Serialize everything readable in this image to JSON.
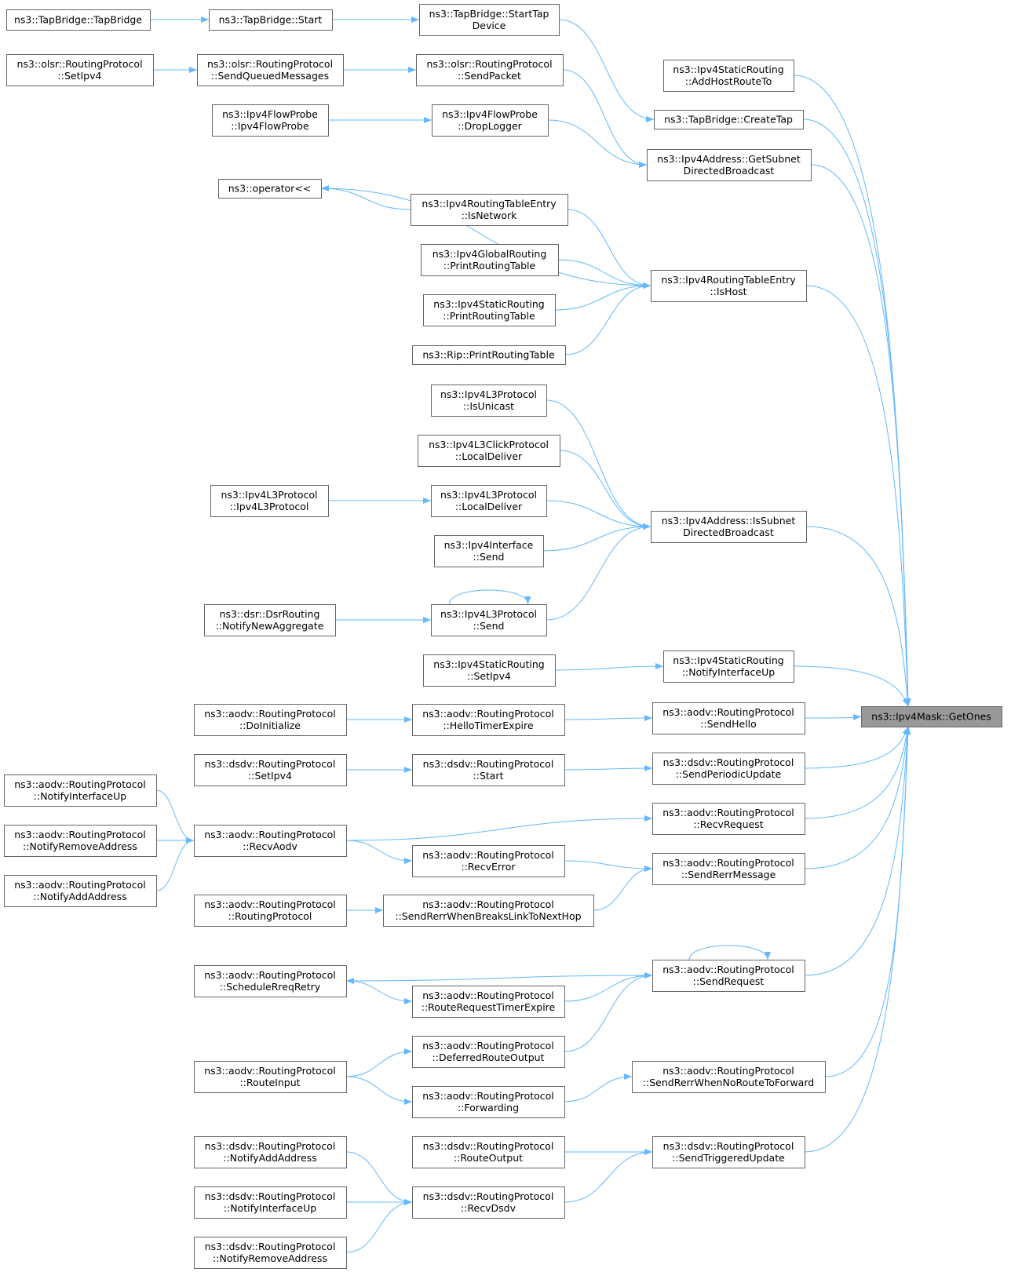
{
  "root": "ns3::Ipv4Mask::GetOnes",
  "colors": {
    "edge": "#63b8ff",
    "node_border": "#666666",
    "root_fill": "#999999",
    "node_fill": "#ffffff"
  },
  "nodes": [
    {
      "id": "tb_ctor",
      "lines": [
        "ns3::TapBridge::TapBridge"
      ]
    },
    {
      "id": "tb_start",
      "lines": [
        "ns3::TapBridge::Start"
      ]
    },
    {
      "id": "tb_starttap",
      "lines": [
        "ns3::TapBridge::StartTap",
        "Device"
      ]
    },
    {
      "id": "olsr_setipv4",
      "lines": [
        "ns3::olsr::RoutingProtocol",
        "::SetIpv4"
      ]
    },
    {
      "id": "olsr_sendqueued",
      "lines": [
        "ns3::olsr::RoutingProtocol",
        "::SendQueuedMessages"
      ]
    },
    {
      "id": "olsr_sendpacket",
      "lines": [
        "ns3::olsr::RoutingProtocol",
        "::SendPacket"
      ]
    },
    {
      "id": "fp_ctor",
      "lines": [
        "ns3::Ipv4FlowProbe",
        "::Ipv4FlowProbe"
      ]
    },
    {
      "id": "fp_drop",
      "lines": [
        "ns3::Ipv4FlowProbe",
        "::DropLogger"
      ]
    },
    {
      "id": "isr_addhost",
      "lines": [
        "ns3::Ipv4StaticRouting",
        "::AddHostRouteTo"
      ]
    },
    {
      "id": "tb_createtap",
      "lines": [
        "ns3::TapBridge::CreateTap"
      ]
    },
    {
      "id": "addr_getsubnet",
      "lines": [
        "ns3::Ipv4Address::GetSubnet",
        "DirectedBroadcast"
      ]
    },
    {
      "id": "op_shift",
      "lines": [
        "ns3::operator<<"
      ]
    },
    {
      "id": "rte_isnetwork",
      "lines": [
        "ns3::Ipv4RoutingTableEntry",
        "::IsNetwork"
      ]
    },
    {
      "id": "igr_print",
      "lines": [
        "ns3::Ipv4GlobalRouting",
        "::PrintRoutingTable"
      ]
    },
    {
      "id": "isr_print",
      "lines": [
        "ns3::Ipv4StaticRouting",
        "::PrintRoutingTable"
      ]
    },
    {
      "id": "rip_print",
      "lines": [
        "ns3::Rip::PrintRoutingTable"
      ]
    },
    {
      "id": "rte_ishost",
      "lines": [
        "ns3::Ipv4RoutingTableEntry",
        "::IsHost"
      ]
    },
    {
      "id": "l3_isunicast",
      "lines": [
        "ns3::Ipv4L3Protocol",
        "::IsUnicast"
      ]
    },
    {
      "id": "l3click_local",
      "lines": [
        "ns3::Ipv4L3ClickProtocol",
        "::LocalDeliver"
      ]
    },
    {
      "id": "l3_ctor",
      "lines": [
        "ns3::Ipv4L3Protocol",
        "::Ipv4L3Protocol"
      ]
    },
    {
      "id": "l3_local",
      "lines": [
        "ns3::Ipv4L3Protocol",
        "::LocalDeliver"
      ]
    },
    {
      "id": "if_send",
      "lines": [
        "ns3::Ipv4Interface",
        "::Send"
      ]
    },
    {
      "id": "addr_issubnet",
      "lines": [
        "ns3::Ipv4Address::IsSubnet",
        "DirectedBroadcast"
      ]
    },
    {
      "id": "dsr_notify",
      "lines": [
        "ns3::dsr::DsrRouting",
        "::NotifyNewAggregate"
      ]
    },
    {
      "id": "l3_send",
      "lines": [
        "ns3::Ipv4L3Protocol",
        "::Send"
      ]
    },
    {
      "id": "isr_setipv4",
      "lines": [
        "ns3::Ipv4StaticRouting",
        "::SetIpv4"
      ]
    },
    {
      "id": "isr_notifyup",
      "lines": [
        "ns3::Ipv4StaticRouting",
        "::NotifyInterfaceUp"
      ]
    },
    {
      "id": "aodv_doinit",
      "lines": [
        "ns3::aodv::RoutingProtocol",
        "::DoInitialize"
      ]
    },
    {
      "id": "aodv_hellotimer",
      "lines": [
        "ns3::aodv::RoutingProtocol",
        "::HelloTimerExpire"
      ]
    },
    {
      "id": "aodv_sendhello",
      "lines": [
        "ns3::aodv::RoutingProtocol",
        "::SendHello"
      ]
    },
    {
      "id": "root",
      "lines": [
        "ns3::Ipv4Mask::GetOnes"
      ]
    },
    {
      "id": "dsdv_setipv4",
      "lines": [
        "ns3::dsdv::RoutingProtocol",
        "::SetIpv4"
      ]
    },
    {
      "id": "dsdv_start",
      "lines": [
        "ns3::dsdv::RoutingProtocol",
        "::Start"
      ]
    },
    {
      "id": "dsdv_periodic",
      "lines": [
        "ns3::dsdv::RoutingProtocol",
        "::SendPeriodicUpdate"
      ]
    },
    {
      "id": "aodv_notifyup",
      "lines": [
        "ns3::aodv::RoutingProtocol",
        "::NotifyInterfaceUp"
      ]
    },
    {
      "id": "aodv_notifyremove",
      "lines": [
        "ns3::aodv::RoutingProtocol",
        "::NotifyRemoveAddress"
      ]
    },
    {
      "id": "aodv_notifyadd",
      "lines": [
        "ns3::aodv::RoutingProtocol",
        "::NotifyAddAddress"
      ]
    },
    {
      "id": "aodv_recvaodv",
      "lines": [
        "ns3::aodv::RoutingProtocol",
        "::RecvAodv"
      ]
    },
    {
      "id": "aodv_recvrequest",
      "lines": [
        "ns3::aodv::RoutingProtocol",
        "::RecvRequest"
      ]
    },
    {
      "id": "aodv_recverror",
      "lines": [
        "ns3::aodv::RoutingProtocol",
        "::RecvError"
      ]
    },
    {
      "id": "aodv_senderr",
      "lines": [
        "ns3::aodv::RoutingProtocol",
        "::SendRerrMessage"
      ]
    },
    {
      "id": "aodv_ctor",
      "lines": [
        "ns3::aodv::RoutingProtocol",
        "::RoutingProtocol"
      ]
    },
    {
      "id": "aodv_rerrbreaks",
      "lines": [
        "ns3::aodv::RoutingProtocol",
        "::SendRerrWhenBreaksLinkToNextHop"
      ]
    },
    {
      "id": "aodv_schedretry",
      "lines": [
        "ns3::aodv::RoutingProtocol",
        "::ScheduleRreqRetry"
      ]
    },
    {
      "id": "aodv_sendrequest",
      "lines": [
        "ns3::aodv::RoutingProtocol",
        "::SendRequest"
      ]
    },
    {
      "id": "aodv_rreqtimer",
      "lines": [
        "ns3::aodv::RoutingProtocol",
        "::RouteRequestTimerExpire"
      ]
    },
    {
      "id": "aodv_deferred",
      "lines": [
        "ns3::aodv::RoutingProtocol",
        "::DeferredRouteOutput"
      ]
    },
    {
      "id": "aodv_routeinput",
      "lines": [
        "ns3::aodv::RoutingProtocol",
        "::RouteInput"
      ]
    },
    {
      "id": "aodv_forwarding",
      "lines": [
        "ns3::aodv::RoutingProtocol",
        "::Forwarding"
      ]
    },
    {
      "id": "aodv_rerrnoroute",
      "lines": [
        "ns3::aodv::RoutingProtocol",
        "::SendRerrWhenNoRouteToForward"
      ]
    },
    {
      "id": "dsdv_notifyadd",
      "lines": [
        "ns3::dsdv::RoutingProtocol",
        "::NotifyAddAddress"
      ]
    },
    {
      "id": "dsdv_routeoutput",
      "lines": [
        "ns3::dsdv::RoutingProtocol",
        "::RouteOutput"
      ]
    },
    {
      "id": "dsdv_triggered",
      "lines": [
        "ns3::dsdv::RoutingProtocol",
        "::SendTriggeredUpdate"
      ]
    },
    {
      "id": "dsdv_notifyup",
      "lines": [
        "ns3::dsdv::RoutingProtocol",
        "::NotifyInterfaceUp"
      ]
    },
    {
      "id": "dsdv_recvdsdv",
      "lines": [
        "ns3::dsdv::RoutingProtocol",
        "::RecvDsdv"
      ]
    },
    {
      "id": "dsdv_notifyremove",
      "lines": [
        "ns3::dsdv::RoutingProtocol",
        "::NotifyRemoveAddress"
      ]
    }
  ],
  "edges": [
    {
      "from": "tb_ctor",
      "to": "tb_start"
    },
    {
      "from": "tb_start",
      "to": "tb_starttap"
    },
    {
      "from": "tb_starttap",
      "to": "tb_createtap"
    },
    {
      "from": "olsr_setipv4",
      "to": "olsr_sendqueued"
    },
    {
      "from": "olsr_sendqueued",
      "to": "olsr_sendpacket"
    },
    {
      "from": "olsr_sendpacket",
      "to": "addr_getsubnet"
    },
    {
      "from": "fp_ctor",
      "to": "fp_drop"
    },
    {
      "from": "fp_drop",
      "to": "addr_getsubnet"
    },
    {
      "from": "isr_addhost",
      "to": "root"
    },
    {
      "from": "tb_createtap",
      "to": "root"
    },
    {
      "from": "addr_getsubnet",
      "to": "root"
    },
    {
      "from": "op_shift",
      "to": "rte_ishost"
    },
    {
      "from": "rte_isnetwork",
      "to": "op_shift"
    },
    {
      "from": "rte_isnetwork",
      "to": "rte_ishost"
    },
    {
      "from": "igr_print",
      "to": "rte_ishost"
    },
    {
      "from": "isr_print",
      "to": "rte_ishost"
    },
    {
      "from": "rip_print",
      "to": "rte_ishost"
    },
    {
      "from": "rte_ishost",
      "to": "root"
    },
    {
      "from": "l3_isunicast",
      "to": "addr_issubnet"
    },
    {
      "from": "l3click_local",
      "to": "addr_issubnet"
    },
    {
      "from": "l3_ctor",
      "to": "l3_local"
    },
    {
      "from": "l3_local",
      "to": "addr_issubnet"
    },
    {
      "from": "if_send",
      "to": "addr_issubnet"
    },
    {
      "from": "l3_send",
      "to": "addr_issubnet"
    },
    {
      "from": "l3_send",
      "to": "l3_send"
    },
    {
      "from": "dsr_notify",
      "to": "l3_send"
    },
    {
      "from": "addr_issubnet",
      "to": "root"
    },
    {
      "from": "isr_setipv4",
      "to": "isr_notifyup"
    },
    {
      "from": "isr_notifyup",
      "to": "root"
    },
    {
      "from": "aodv_doinit",
      "to": "aodv_hellotimer"
    },
    {
      "from": "aodv_hellotimer",
      "to": "aodv_sendhello"
    },
    {
      "from": "aodv_sendhello",
      "to": "root"
    },
    {
      "from": "dsdv_setipv4",
      "to": "dsdv_start"
    },
    {
      "from": "dsdv_start",
      "to": "dsdv_periodic"
    },
    {
      "from": "dsdv_periodic",
      "to": "root"
    },
    {
      "from": "aodv_notifyup",
      "to": "aodv_recvaodv"
    },
    {
      "from": "aodv_notifyremove",
      "to": "aodv_recvaodv"
    },
    {
      "from": "aodv_notifyadd",
      "to": "aodv_recvaodv"
    },
    {
      "from": "aodv_recvaodv",
      "to": "aodv_recvrequest"
    },
    {
      "from": "aodv_recvaodv",
      "to": "aodv_recverror"
    },
    {
      "from": "aodv_recvrequest",
      "to": "root"
    },
    {
      "from": "aodv_recverror",
      "to": "aodv_senderr"
    },
    {
      "from": "aodv_ctor",
      "to": "aodv_rerrbreaks"
    },
    {
      "from": "aodv_rerrbreaks",
      "to": "aodv_senderr"
    },
    {
      "from": "aodv_senderr",
      "to": "root"
    },
    {
      "from": "aodv_sendrequest",
      "to": "aodv_sendrequest"
    },
    {
      "from": "aodv_sendrequest",
      "to": "aodv_schedretry"
    },
    {
      "from": "aodv_schedretry",
      "to": "aodv_rreqtimer"
    },
    {
      "from": "aodv_rreqtimer",
      "to": "aodv_sendrequest"
    },
    {
      "from": "aodv_deferred",
      "to": "aodv_sendrequest"
    },
    {
      "from": "aodv_sendrequest",
      "to": "root"
    },
    {
      "from": "aodv_routeinput",
      "to": "aodv_deferred"
    },
    {
      "from": "aodv_routeinput",
      "to": "aodv_forwarding"
    },
    {
      "from": "aodv_forwarding",
      "to": "aodv_rerrnoroute"
    },
    {
      "from": "aodv_rerrnoroute",
      "to": "root"
    },
    {
      "from": "dsdv_routeoutput",
      "to": "dsdv_triggered"
    },
    {
      "from": "dsdv_notifyadd",
      "to": "dsdv_recvdsdv"
    },
    {
      "from": "dsdv_notifyup",
      "to": "dsdv_recvdsdv"
    },
    {
      "from": "dsdv_notifyremove",
      "to": "dsdv_recvdsdv"
    },
    {
      "from": "dsdv_recvdsdv",
      "to": "dsdv_triggered"
    },
    {
      "from": "dsdv_triggered",
      "to": "root"
    }
  ]
}
